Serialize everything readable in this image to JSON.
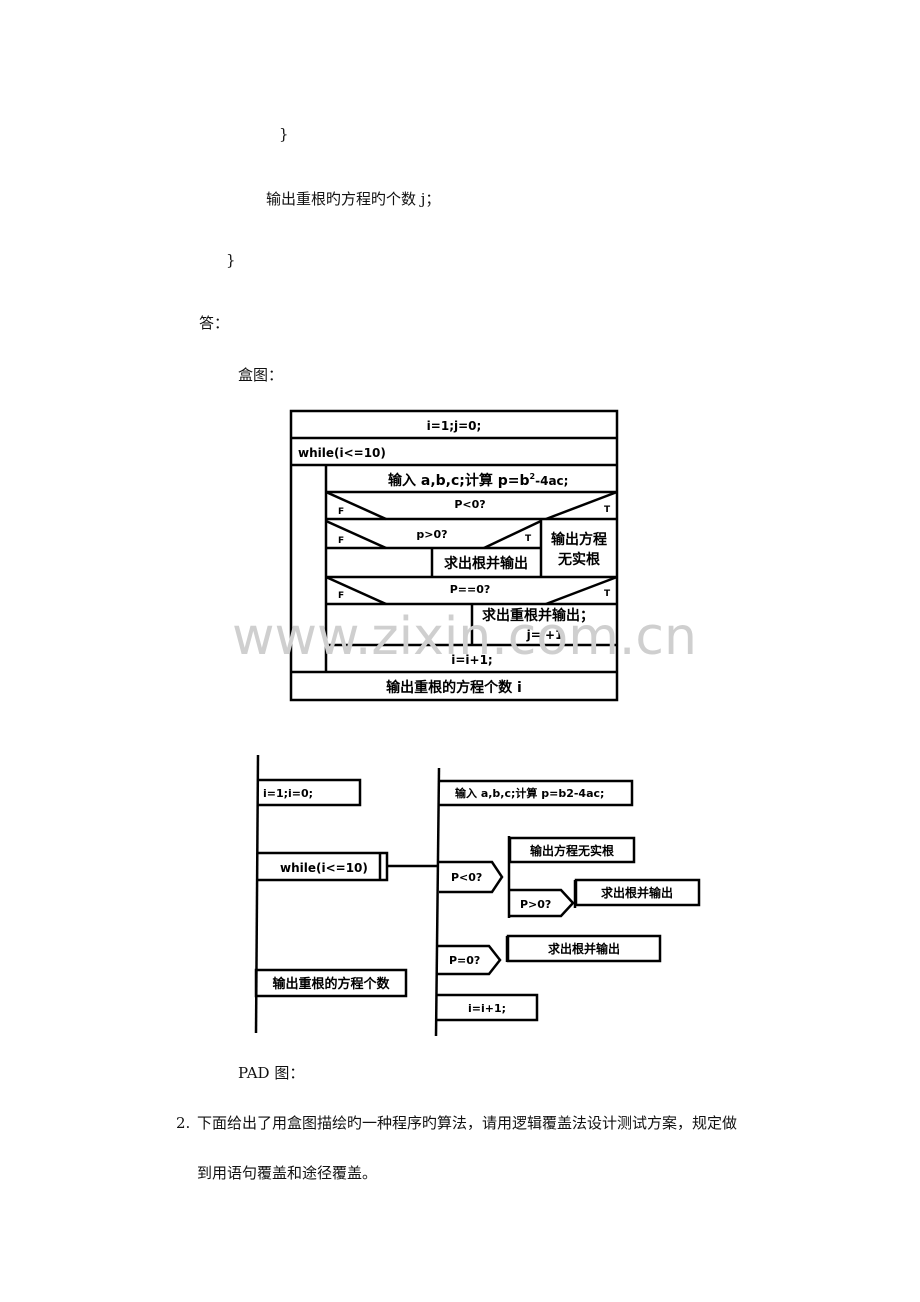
{
  "text": {
    "brace1": "}",
    "output_line": "输出重根旳方程旳个数 j；",
    "brace2": "}",
    "answer": "答：",
    "box_diagram_label": "盒图：",
    "pad_label": "PAD 图：",
    "q2_number": "2.",
    "q2_line1": "下面给出了用盒图描绘旳一种程序旳算法，请用逻辑覆盖法设计测试方案，规定做",
    "q2_line2": "到用语句覆盖和途径覆盖。"
  },
  "box": {
    "init": "i=1;j=0;",
    "while": "while(i<=10)",
    "input_prefix": "输入 a,b,c;计算 p=b",
    "input_sup": "2",
    "input_suffix": "-4ac;",
    "cond1": "P<0?",
    "cond1_f": "F",
    "cond1_t": "T",
    "cond2": "p>0?",
    "cond2_f": "F",
    "cond2_t": "T",
    "no_root_1": "输出方程",
    "no_root_2": "无实根",
    "calc_roots": "求出根并输出",
    "cond3": "P==0?",
    "cond3_f": "F",
    "cond3_t": "T",
    "double_root_1": "求出重根并输出；",
    "double_root_2": "j=j+1",
    "incr": "i=i+1;",
    "output": "输出重根的方程个数 i"
  },
  "pad": {
    "init": "i=1;i=0;",
    "while": "while(i<=10)",
    "output": "输出重根的方程个数",
    "input": "输入  a,b,c;计算  p=b2-4ac;",
    "cond1": "P<0?",
    "no_root": "输出方程无实根",
    "cond2": "P>0?",
    "calc_roots": "求出根并输出",
    "cond3": "P=0?",
    "calc_roots2": "求出根并输出",
    "incr": "i=i+1;"
  },
  "watermark": "www.zixin.com.cn"
}
